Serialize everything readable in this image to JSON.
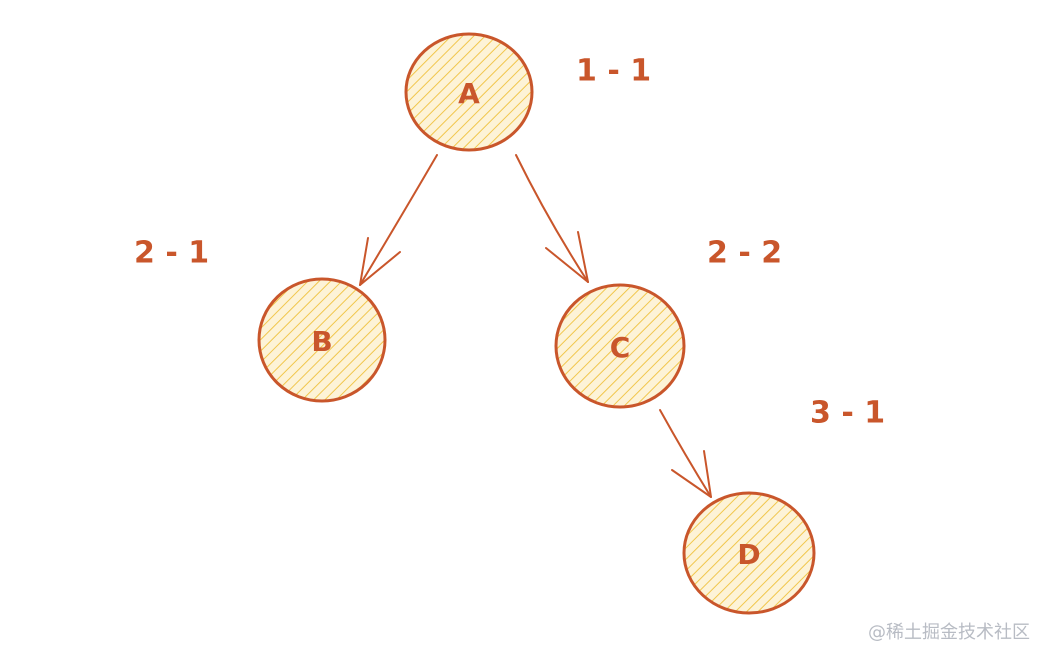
{
  "diagram": {
    "colors": {
      "stroke": "#c9562b",
      "fill_hatch": "#f1c64c",
      "fill_base": "#fdf3d7",
      "watermark": "#b8bcc4"
    },
    "nodes": {
      "a": "A",
      "b": "B",
      "c": "C",
      "d": "D"
    },
    "annotations": {
      "a": "1 - 1",
      "b": "2 - 1",
      "c": "2 - 2",
      "d": "3 - 1"
    },
    "edges": [
      {
        "from": "A",
        "to": "B"
      },
      {
        "from": "A",
        "to": "C"
      },
      {
        "from": "C",
        "to": "D"
      }
    ]
  },
  "watermark": {
    "text": "@稀土掘金技术社区"
  }
}
